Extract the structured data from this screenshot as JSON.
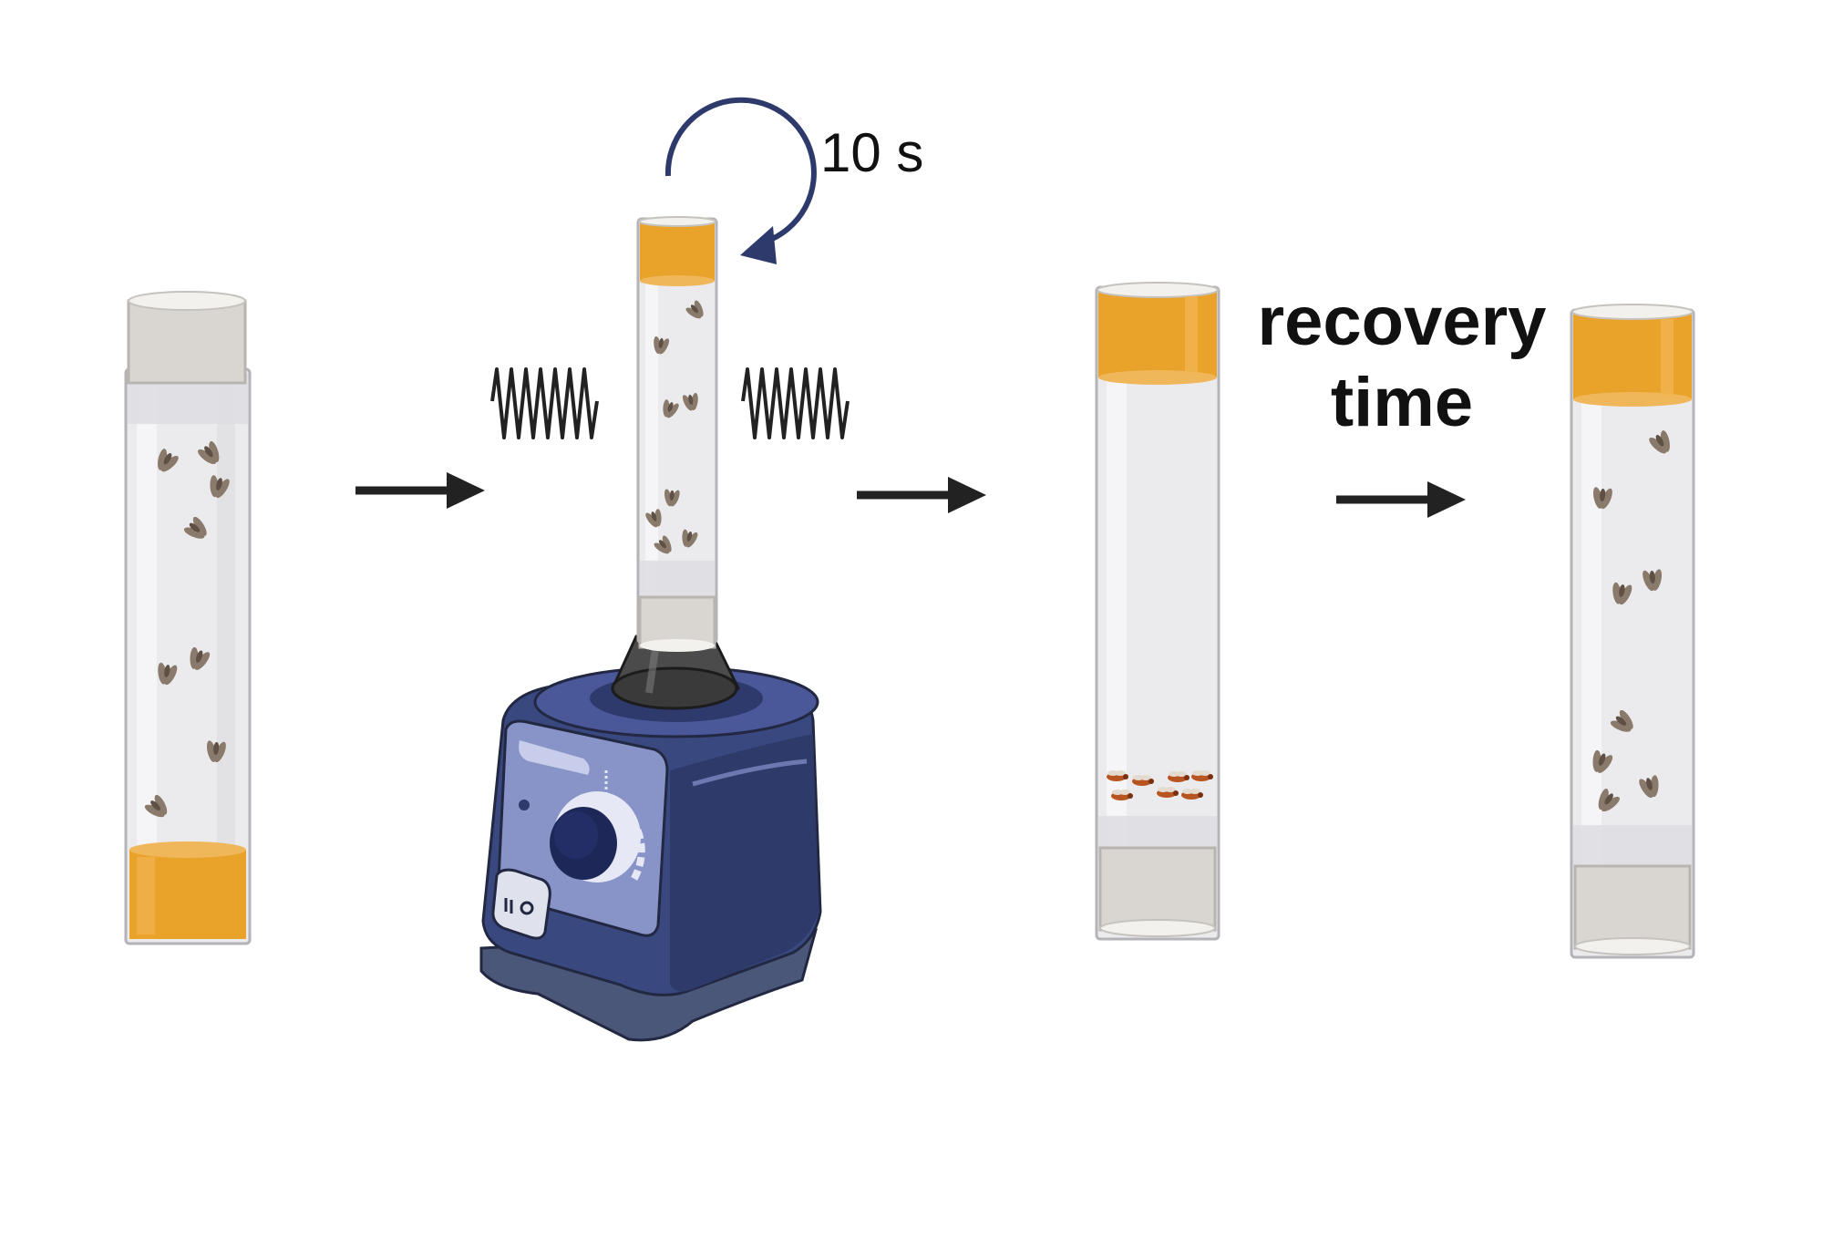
{
  "steps": [
    {
      "id": "tube-initial",
      "flies": "upright"
    },
    {
      "id": "vortexer",
      "vortex_label": "10 s"
    },
    {
      "id": "tube-knocked-down",
      "flies": "knocked-down"
    },
    {
      "id": "tube-recovered",
      "label_line1": "recovery",
      "label_line2": "time",
      "flies": "upright"
    }
  ],
  "colors": {
    "food_orange": "#e9a22a",
    "plug_gray": "#d9d6d1",
    "tube_glass": "#ebebee",
    "vortexer_blue": "#3a4880",
    "vortexer_panel": "#8894c8",
    "rotation_arrow": "#2d3a6b",
    "arrow_black": "#222222"
  },
  "icons": [
    "rotation-arrow-icon",
    "vibration-wave-icon",
    "process-arrow-icon",
    "fly-icon"
  ]
}
